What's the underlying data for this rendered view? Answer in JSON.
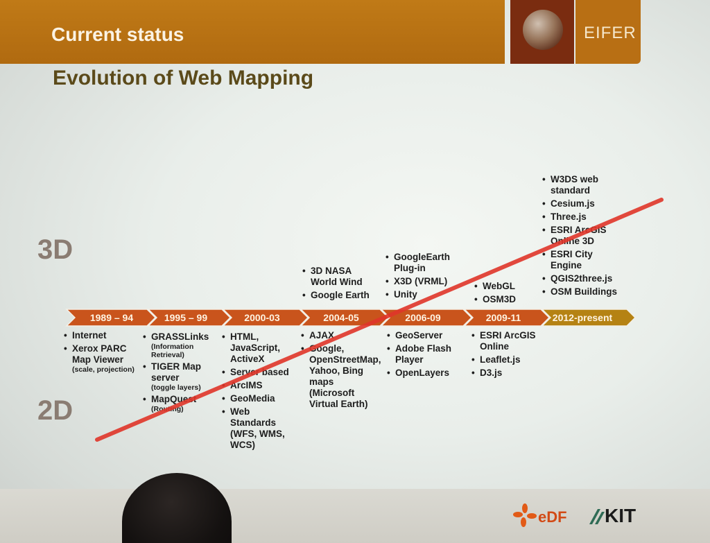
{
  "header": {
    "title": "Current status",
    "brand": "EIFER"
  },
  "subtitle": "Evolution of Web Mapping",
  "axis_labels": {
    "three_d": "3D",
    "two_d": "2D"
  },
  "colors": {
    "arrow": "#c9541c",
    "arrow_last": "#b58213",
    "header": "#b8731a",
    "strike_line": "#e0362a"
  },
  "periods": [
    {
      "label": "1989 – 94",
      "items_3d": [],
      "items_2d": [
        "Internet",
        "Xerox PARC Map Viewer"
      ],
      "notes_2d": [
        "(scale, projection)"
      ]
    },
    {
      "label": "1995 – 99",
      "items_3d": [],
      "items_2d": [
        "GRASSLinks",
        "TIGER Map server",
        "MapQuest"
      ],
      "notes_2d": [
        "(Information Retrieval)",
        "(toggle layers)",
        "(Routing)"
      ]
    },
    {
      "label": "2000-03",
      "items_3d": [],
      "items_2d": [
        "HTML, JavaScript, ActiveX",
        "Server based",
        "ArcIMS",
        "GeoMedia",
        "Web Standards (WFS, WMS, WCS)"
      ]
    },
    {
      "label": "2004-05",
      "items_3d": [
        "3D NASA World Wind",
        "Google Earth"
      ],
      "items_2d": [
        "AJAX",
        "Google, OpenStreetMap, Yahoo, Bing maps (Microsoft Virtual Earth)"
      ]
    },
    {
      "label": "2006-09",
      "items_3d": [
        "GoogleEarth Plug-in",
        "X3D (VRML)",
        "Unity"
      ],
      "items_2d": [
        "GeoServer",
        "Adobe Flash Player",
        "OpenLayers"
      ]
    },
    {
      "label": "2009-11",
      "items_3d": [
        "WebGL",
        "OSM3D"
      ],
      "items_2d": [
        "ESRI ArcGIS Online",
        "Leaflet.js",
        "D3.js"
      ]
    },
    {
      "label": "2012-present",
      "items_3d": [
        "W3DS web standard",
        "Cesium.js",
        "Three.js",
        "ESRI ArcGIS Online 3D",
        "ESRI City Engine",
        "QGIS2three.js",
        "OSM Buildings"
      ],
      "items_2d": []
    }
  ],
  "footer": {
    "edf": "eDF",
    "kit": "KIT"
  }
}
